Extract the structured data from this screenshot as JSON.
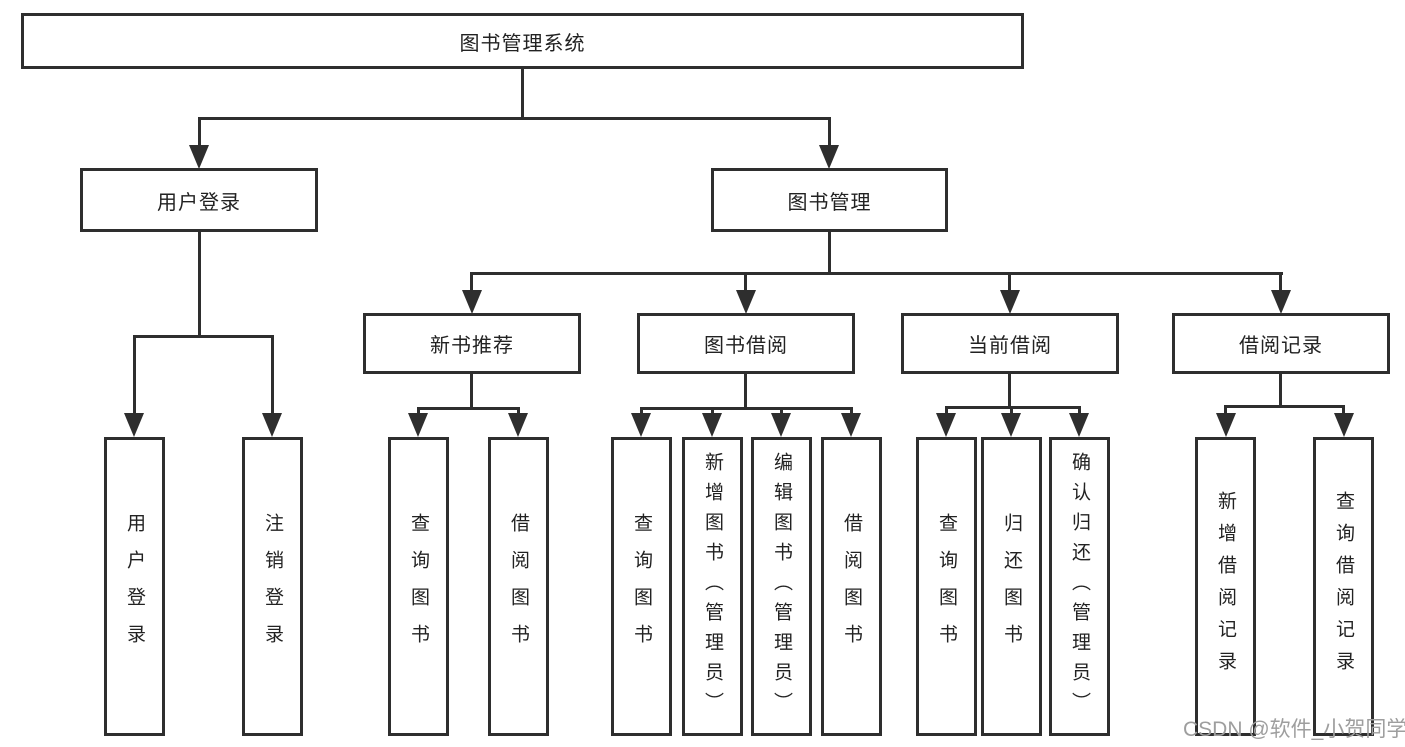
{
  "diagram": {
    "root": {
      "label": "图书管理系统"
    },
    "level2": [
      {
        "label": "用户登录"
      },
      {
        "label": "图书管理"
      }
    ],
    "level3": [
      {
        "label": "新书推荐"
      },
      {
        "label": "图书借阅"
      },
      {
        "label": "当前借阅"
      },
      {
        "label": "借阅记录"
      }
    ],
    "leaves": [
      {
        "label": "用户登录"
      },
      {
        "label": "注销登录"
      },
      {
        "label": "查询图书"
      },
      {
        "label": "借阅图书"
      },
      {
        "label": "查询图书"
      },
      {
        "label": "新增图书（管理员）"
      },
      {
        "label": "编辑图书（管理员）"
      },
      {
        "label": "借阅图书"
      },
      {
        "label": "查询图书"
      },
      {
        "label": "归还图书"
      },
      {
        "label": "确认归还（管理员）"
      },
      {
        "label": "新增借阅记录"
      },
      {
        "label": "查询借阅记录"
      }
    ],
    "colors": {
      "line": "#2e2e2e",
      "text": "#222222",
      "watermark": "#9e9e9e",
      "background": "#ffffff"
    }
  },
  "watermark": {
    "text": "CSDN @软件_小贺同学"
  }
}
